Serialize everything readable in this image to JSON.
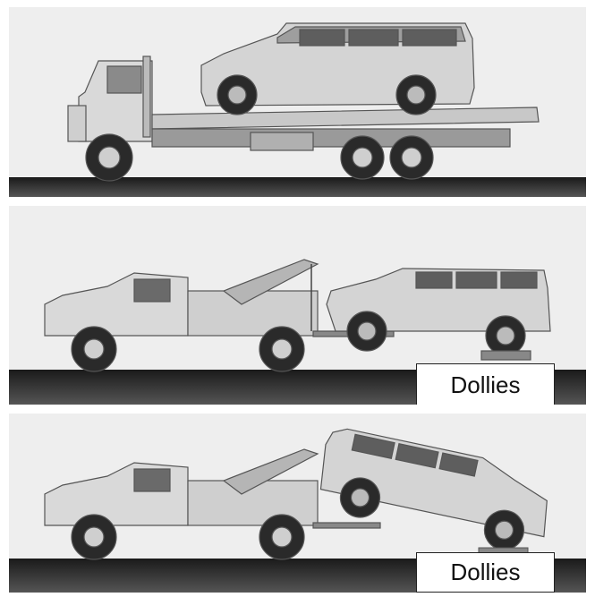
{
  "panels": [
    {
      "id": "flatbed",
      "label": ""
    },
    {
      "id": "wheel-lift-front",
      "label": "Dollies"
    },
    {
      "id": "wheel-lift-rear",
      "label": "Dollies"
    }
  ]
}
